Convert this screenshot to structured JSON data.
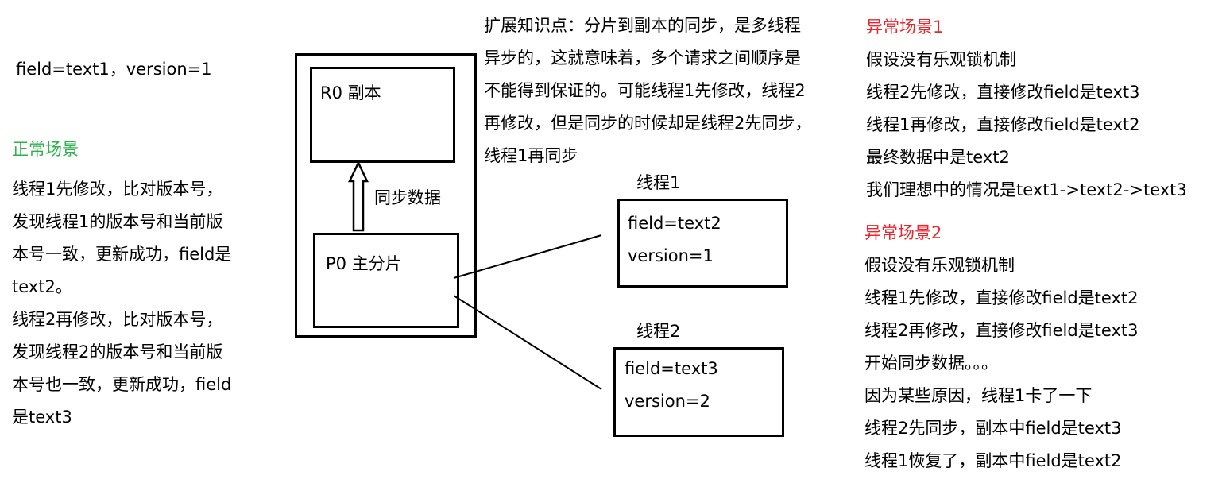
{
  "colors": {
    "normal_heading": "#2bb24c",
    "abnormal_heading": "#e8262c",
    "text": "#000000",
    "border": "#000000"
  },
  "initial_state": "field=text1，version=1",
  "normal_scenario": {
    "heading": "正常场景",
    "lines": [
      "线程1先修改，比对版本号，",
      "发现线程1的版本号和当前版",
      "本号一致，更新成功，field是",
      "text2。",
      "线程2再修改，比对版本号，",
      "发现线程2的版本号和当前版",
      "本号也一致，更新成功，field",
      "是text3"
    ]
  },
  "node": {
    "replica_label": "R0 副本",
    "primary_label": "P0 主分片",
    "sync_label": "同步数据"
  },
  "extension_note": {
    "lines": [
      "扩展知识点：分片到副本的同步，是多线程",
      "异步的，这就意味着，多个请求之间顺序是",
      "不能得到保证的。可能线程1先修改，线程2",
      "再修改，但是同步的时候却是线程2先同步，",
      "线程1再同步"
    ]
  },
  "thread1": {
    "title": "线程1",
    "lines": [
      "field=text2",
      "version=1"
    ]
  },
  "thread2": {
    "title": "线程2",
    "lines": [
      "field=text3",
      "version=2"
    ]
  },
  "abnormal_scenario_1": {
    "heading": "异常场景1",
    "lines": [
      "假设没有乐观锁机制",
      "线程2先修改，直接修改field是text3",
      "线程1再修改，直接修改field是text2",
      "最终数据中是text2",
      "我们理想中的情况是text1->text2->text3"
    ]
  },
  "abnormal_scenario_2": {
    "heading": "异常场景2",
    "lines": [
      "假设没有乐观锁机制",
      "线程1先修改，直接修改field是text2",
      "线程2再修改，直接修改field是text3",
      "开始同步数据。。。",
      "因为某些原因，线程1卡了一下",
      "线程2先同步，副本中field是text3",
      "线程1恢复了，副本中field是text2"
    ]
  }
}
